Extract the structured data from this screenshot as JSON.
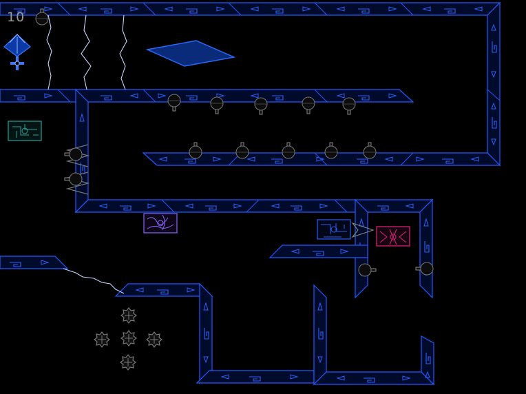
{
  "hud": {
    "score": "10"
  },
  "colors": {
    "background": "#000000",
    "wall_stroke": "#1e5bff",
    "wall_fill": "#000a2a",
    "portal_teal": "#1fa39a",
    "portal_purple": "#8c66ff",
    "portal_blue": "#2a5cff",
    "portal_magenta": "#e0227a",
    "lightning": "#c8d6ff",
    "turret_gray": "#7a7a7a"
  },
  "entities": {
    "player": "player-ship-icon",
    "turret": "turret-icon",
    "lightning": "lightning-hazard",
    "spikes": "spike-trap",
    "gear": "gear-mine-icon",
    "portal": "portal-pad",
    "platform": "diamond-platform"
  }
}
